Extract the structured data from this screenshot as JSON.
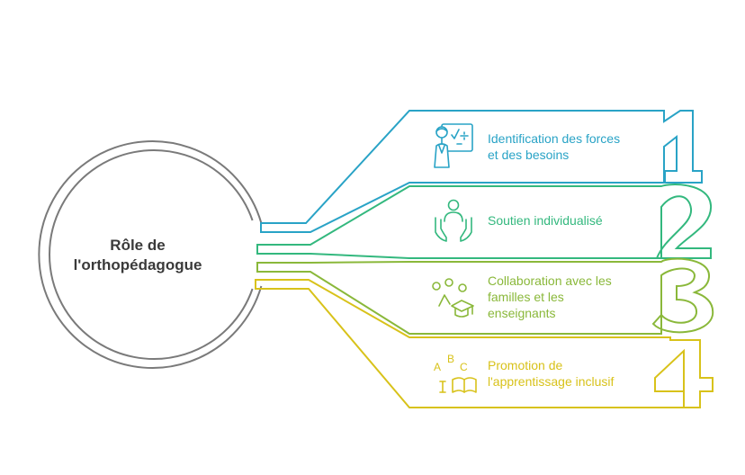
{
  "center": {
    "title_line1": "Rôle de",
    "title_line2": "l'orthopédagogue"
  },
  "items": [
    {
      "number": "1",
      "lines": [
        "Identification des forces",
        "et des besoins"
      ],
      "color": "#29a3c6",
      "icon": "teacher-board-icon"
    },
    {
      "number": "2",
      "lines": [
        "Soutien individualisé"
      ],
      "color": "#33b87e",
      "icon": "supported-person-icon"
    },
    {
      "number": "3",
      "lines": [
        "Collaboration avec les",
        "familles et les",
        "enseignants"
      ],
      "color": "#8ab83a",
      "icon": "graduation-network-icon"
    },
    {
      "number": "4",
      "lines": [
        "Promotion de",
        "l'apprentissage inclusif"
      ],
      "color": "#d8c21a",
      "icon": "abc-book-icon"
    }
  ],
  "colors": {
    "circle": "#7a7a7a",
    "text": "#3a3a3a"
  },
  "icon_glyphs": {
    "abc_letters": [
      "A",
      "B",
      "C"
    ]
  }
}
